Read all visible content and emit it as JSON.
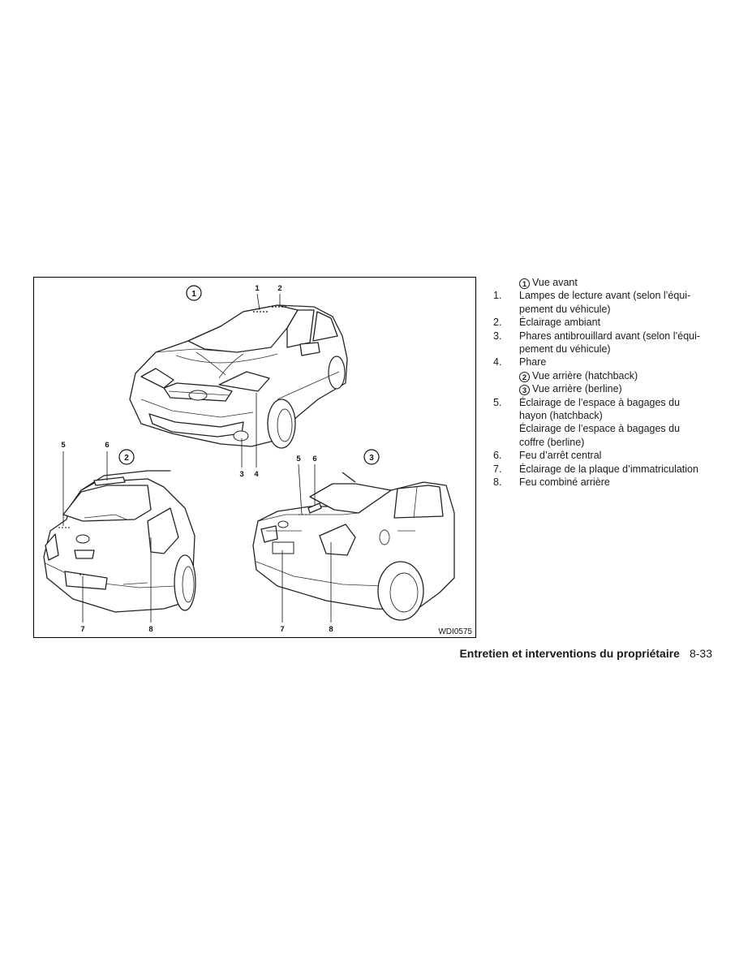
{
  "figure": {
    "code": "WDI0575",
    "views": [
      {
        "number": "1",
        "callouts": [
          "1",
          "2",
          "3",
          "4"
        ]
      },
      {
        "number": "2",
        "callouts": [
          "5",
          "6",
          "7",
          "8"
        ]
      },
      {
        "number": "3",
        "callouts": [
          "5",
          "6",
          "7",
          "8"
        ]
      }
    ]
  },
  "legend": {
    "front_view": {
      "circle": "1",
      "label": "Vue avant"
    },
    "items": [
      {
        "num": "1.",
        "lines": [
          "Lampes de lecture avant (selon l’équi-",
          "pement du véhicule)"
        ]
      },
      {
        "num": "2.",
        "lines": [
          "Éclairage ambiant"
        ]
      },
      {
        "num": "3.",
        "lines": [
          "Phares antibrouillard avant (selon l’équi-",
          "pement du véhicule)"
        ]
      },
      {
        "num": "4.",
        "lines": [
          "Phare"
        ]
      }
    ],
    "rear_views": [
      {
        "circle": "2",
        "label": "Vue arrière (hatchback)"
      },
      {
        "circle": "3",
        "label": "Vue arrière (berline)"
      }
    ],
    "items2": [
      {
        "num": "5.",
        "lines": [
          "Éclairage de l’espace à bagages du",
          "hayon (hatchback)",
          "Éclairage de l’espace à bagages du",
          "coffre (berline)"
        ]
      },
      {
        "num": "6.",
        "lines": [
          "Feu d’arrêt central"
        ]
      },
      {
        "num": "7.",
        "lines": [
          "Éclairage de la plaque d’immatriculation"
        ]
      },
      {
        "num": "8.",
        "lines": [
          "Feu combiné arrière"
        ]
      }
    ]
  },
  "footer": {
    "title": "Entretien et interventions du propriétaire",
    "page": "8-33"
  }
}
